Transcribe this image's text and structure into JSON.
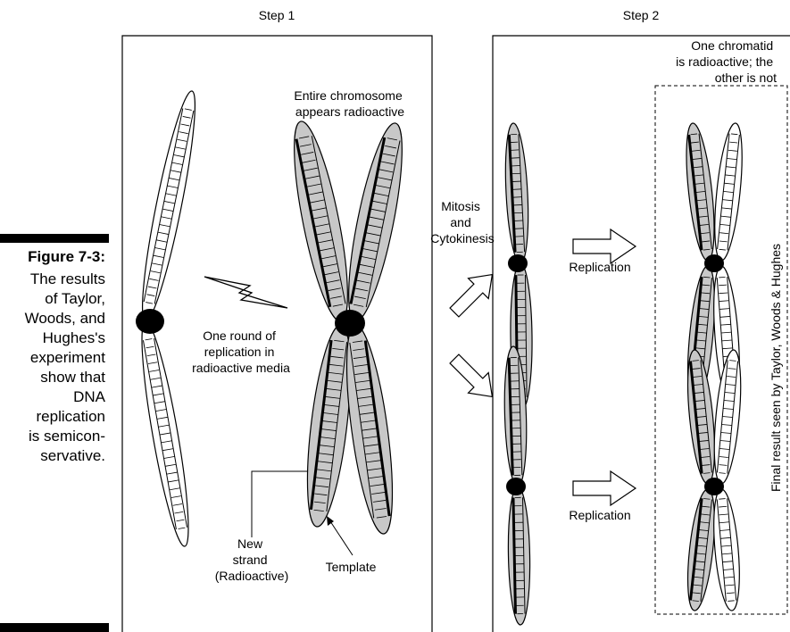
{
  "caption": {
    "title": "Figure 7-3:",
    "body_lines": [
      "The results",
      "of Taylor,",
      "Woods, and",
      "Hughes's",
      "experiment",
      "show that",
      "DNA",
      "replication",
      "is semicon-",
      "servative."
    ]
  },
  "step1": {
    "heading": "Step 1",
    "entire_label": [
      "Entire chromosome",
      "appears radioactive"
    ],
    "round_label": [
      "One round of",
      "replication in",
      "radioactive media"
    ],
    "new_strand_label": [
      "New",
      "strand",
      "(Radioactive)"
    ],
    "template_label": "Template"
  },
  "middle": {
    "mitosis_label": [
      "Mitosis",
      "and",
      "Cytokinesis"
    ]
  },
  "step2": {
    "heading": "Step 2",
    "chromatid_label": [
      "One chromatid",
      "is radioactive; the",
      "other is not"
    ],
    "replication_label_top": "Replication",
    "replication_label_bottom": "Replication",
    "final_label": "Final result seen by Taylor, Woods & Hughes"
  },
  "colors": {
    "radioactive_fill": "#c8c8c8",
    "plain_fill": "#ffffff",
    "ink": "#000000"
  }
}
